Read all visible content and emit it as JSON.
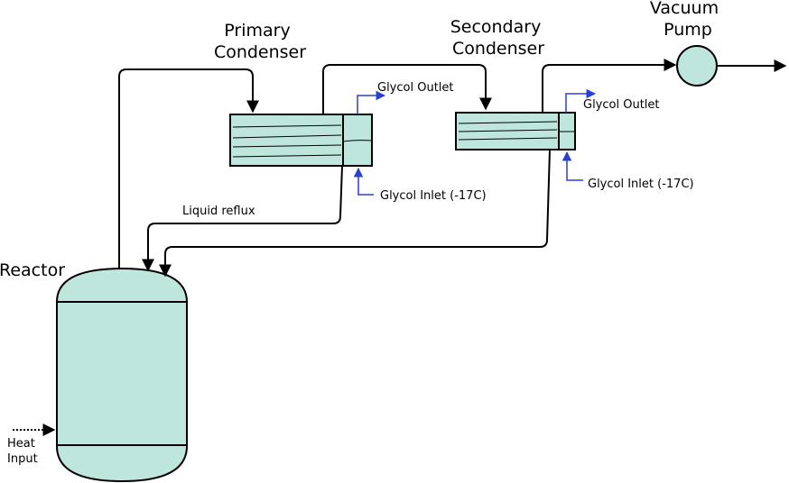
{
  "labels": {
    "primary_condenser_line1": "Primary",
    "primary_condenser_line2": "Condenser",
    "secondary_condenser_line1": "Secondary",
    "secondary_condenser_line2": "Condenser",
    "vacuum_pump_line1": "Vacuum",
    "vacuum_pump_line2": "Pump",
    "reactor": "Reactor",
    "liquid_reflux": "Liquid reflux",
    "heat_input_line1": "Heat",
    "heat_input_line2": "Input",
    "primary_glycol_outlet": "Glycol Outlet",
    "primary_glycol_inlet": "Glycol Inlet (-17C)",
    "secondary_glycol_outlet": "Glycol Outlet",
    "secondary_glycol_inlet": "Glycol Inlet (-17C)"
  },
  "colors": {
    "equipment_fill": "#bfe6dc",
    "process_line": "#000000",
    "glycol_line": "#2a3fd6"
  }
}
